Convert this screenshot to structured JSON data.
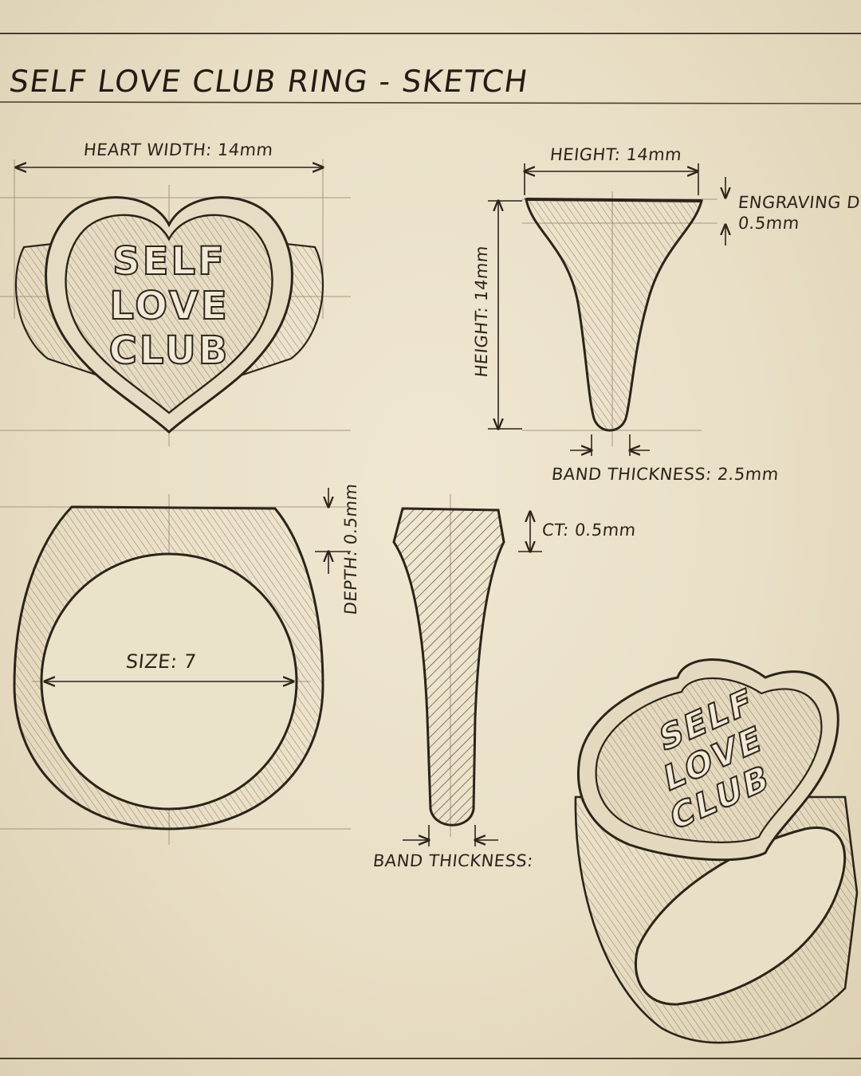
{
  "title": "SELF LOVE CLUB RING - SKETCH",
  "engraving": [
    "SELF",
    "LOVE",
    "CLUB"
  ],
  "labels": {
    "heart_width": "HEART WIDTH: 14mm",
    "height_top": "HEIGHT: 14mm",
    "height_side": "HEIGHT: 14mm",
    "engraving_depth_1": "ENGRAVING DE",
    "engraving_depth_2": "0.5mm",
    "band_thickness_top": "BAND THICKNESS: 2.5mm",
    "depth": "DEPTH: 0.5mm",
    "ct": "CT: 0.5mm",
    "size": "SIZE: 7",
    "band_thickness_bottom": "BAND THICKNESS:"
  },
  "colors": {
    "paper": "#ece3cc",
    "ink": "#2b2419",
    "shade": "#b9a98a"
  }
}
